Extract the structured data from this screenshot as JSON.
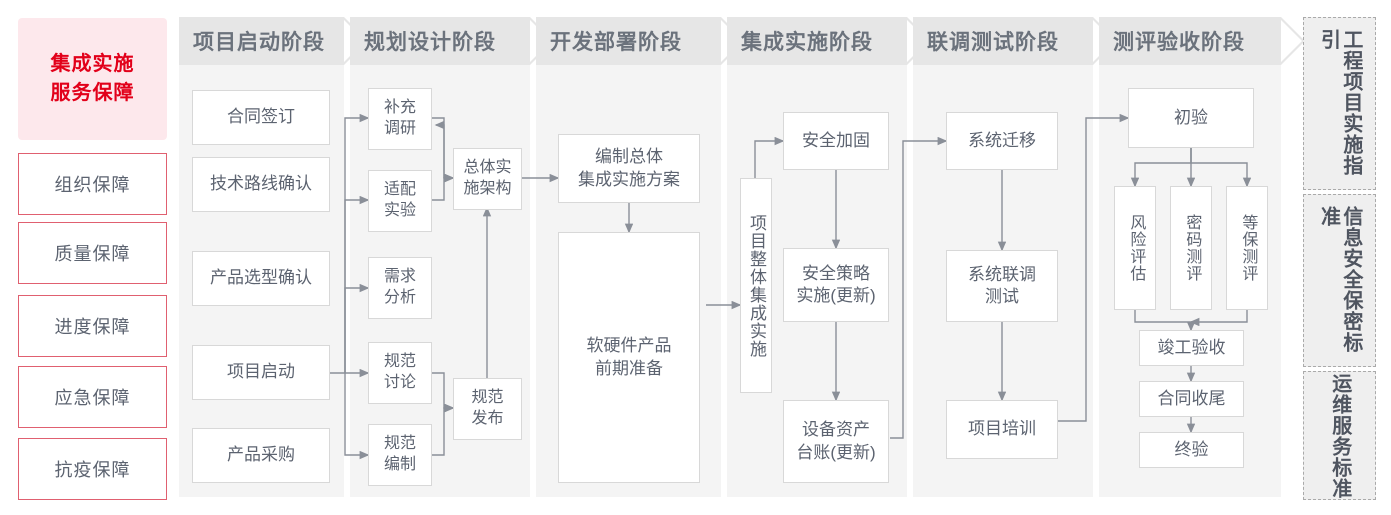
{
  "left_panel": {
    "title": "集成实施\n服务保障",
    "title_line1": "集成实施",
    "title_line2": "服务保障",
    "accent_color": "#e2001a",
    "bg_color": "#fde8ec",
    "border_color": "#e06070",
    "items": [
      {
        "label": "组织保障"
      },
      {
        "label": "质量保障"
      },
      {
        "label": "进度保障"
      },
      {
        "label": "应急保障"
      },
      {
        "label": "抗疫保障"
      }
    ]
  },
  "stages": [
    {
      "id": "startup",
      "header": "项目启动阶段",
      "nodes": [
        {
          "label": "合同签订"
        },
        {
          "label": "技术路线确认"
        },
        {
          "label": "产品选型确认"
        },
        {
          "label": "项目启动"
        },
        {
          "label": "产品采购"
        }
      ]
    },
    {
      "id": "planning",
      "header": "规划设计阶段",
      "nodes": [
        {
          "label": "补充\n调研",
          "l1": "补充",
          "l2": "调研"
        },
        {
          "label": "适配\n实验",
          "l1": "适配",
          "l2": "实验"
        },
        {
          "label": "需求\n分析",
          "l1": "需求",
          "l2": "分析"
        },
        {
          "label": "规范\n讨论",
          "l1": "规范",
          "l2": "讨论"
        },
        {
          "label": "规范\n编制",
          "l1": "规范",
          "l2": "编制"
        },
        {
          "label": "总体实\n施架构",
          "l1": "总体实",
          "l2": "施架构"
        },
        {
          "label": "规范\n发布",
          "l1": "规范",
          "l2": "发布"
        }
      ]
    },
    {
      "id": "develop",
      "header": "开发部署阶段",
      "nodes": [
        {
          "label": "编制总体\n集成实施方案",
          "l1": "编制总体",
          "l2": "集成实施方案"
        },
        {
          "label": "软硬件产品\n前期准备",
          "l1": "软硬件产品",
          "l2": "前期准备"
        }
      ]
    },
    {
      "id": "integration",
      "header": "集成实施阶段",
      "nodes": [
        {
          "label": "项目整体集成实施",
          "vertical": true
        },
        {
          "label": "安全加固"
        },
        {
          "label": "安全策略\n实施(更新)",
          "l1": "安全策略",
          "l2": "实施(更新)"
        },
        {
          "label": "设备资产\n台账(更新)",
          "l1": "设备资产",
          "l2": "台账(更新)"
        }
      ]
    },
    {
      "id": "jointtest",
      "header": "联调测试阶段",
      "nodes": [
        {
          "label": "系统迁移"
        },
        {
          "label": "系统联调\n测试",
          "l1": "系统联调",
          "l2": "测试"
        },
        {
          "label": "项目培训"
        }
      ]
    },
    {
      "id": "acceptance",
      "header": "测评验收阶段",
      "nodes": [
        {
          "label": "初验"
        },
        {
          "label": "风险评估",
          "vertical": true
        },
        {
          "label": "密码测评",
          "vertical": true
        },
        {
          "label": "等保测评",
          "vertical": true
        },
        {
          "label": "竣工验收"
        },
        {
          "label": "合同收尾"
        },
        {
          "label": "终验"
        }
      ]
    }
  ],
  "standards": [
    {
      "label": "工程项目实施指引"
    },
    {
      "label": "信息安全保密标准"
    },
    {
      "label": "运维服务标准"
    }
  ],
  "colors": {
    "stage_header_bg": "#e6e6e6",
    "stage_body_bg": "#f4f4f4",
    "node_border": "#d8d8d8",
    "text": "#5c6370",
    "connector": "#8a8f98"
  }
}
